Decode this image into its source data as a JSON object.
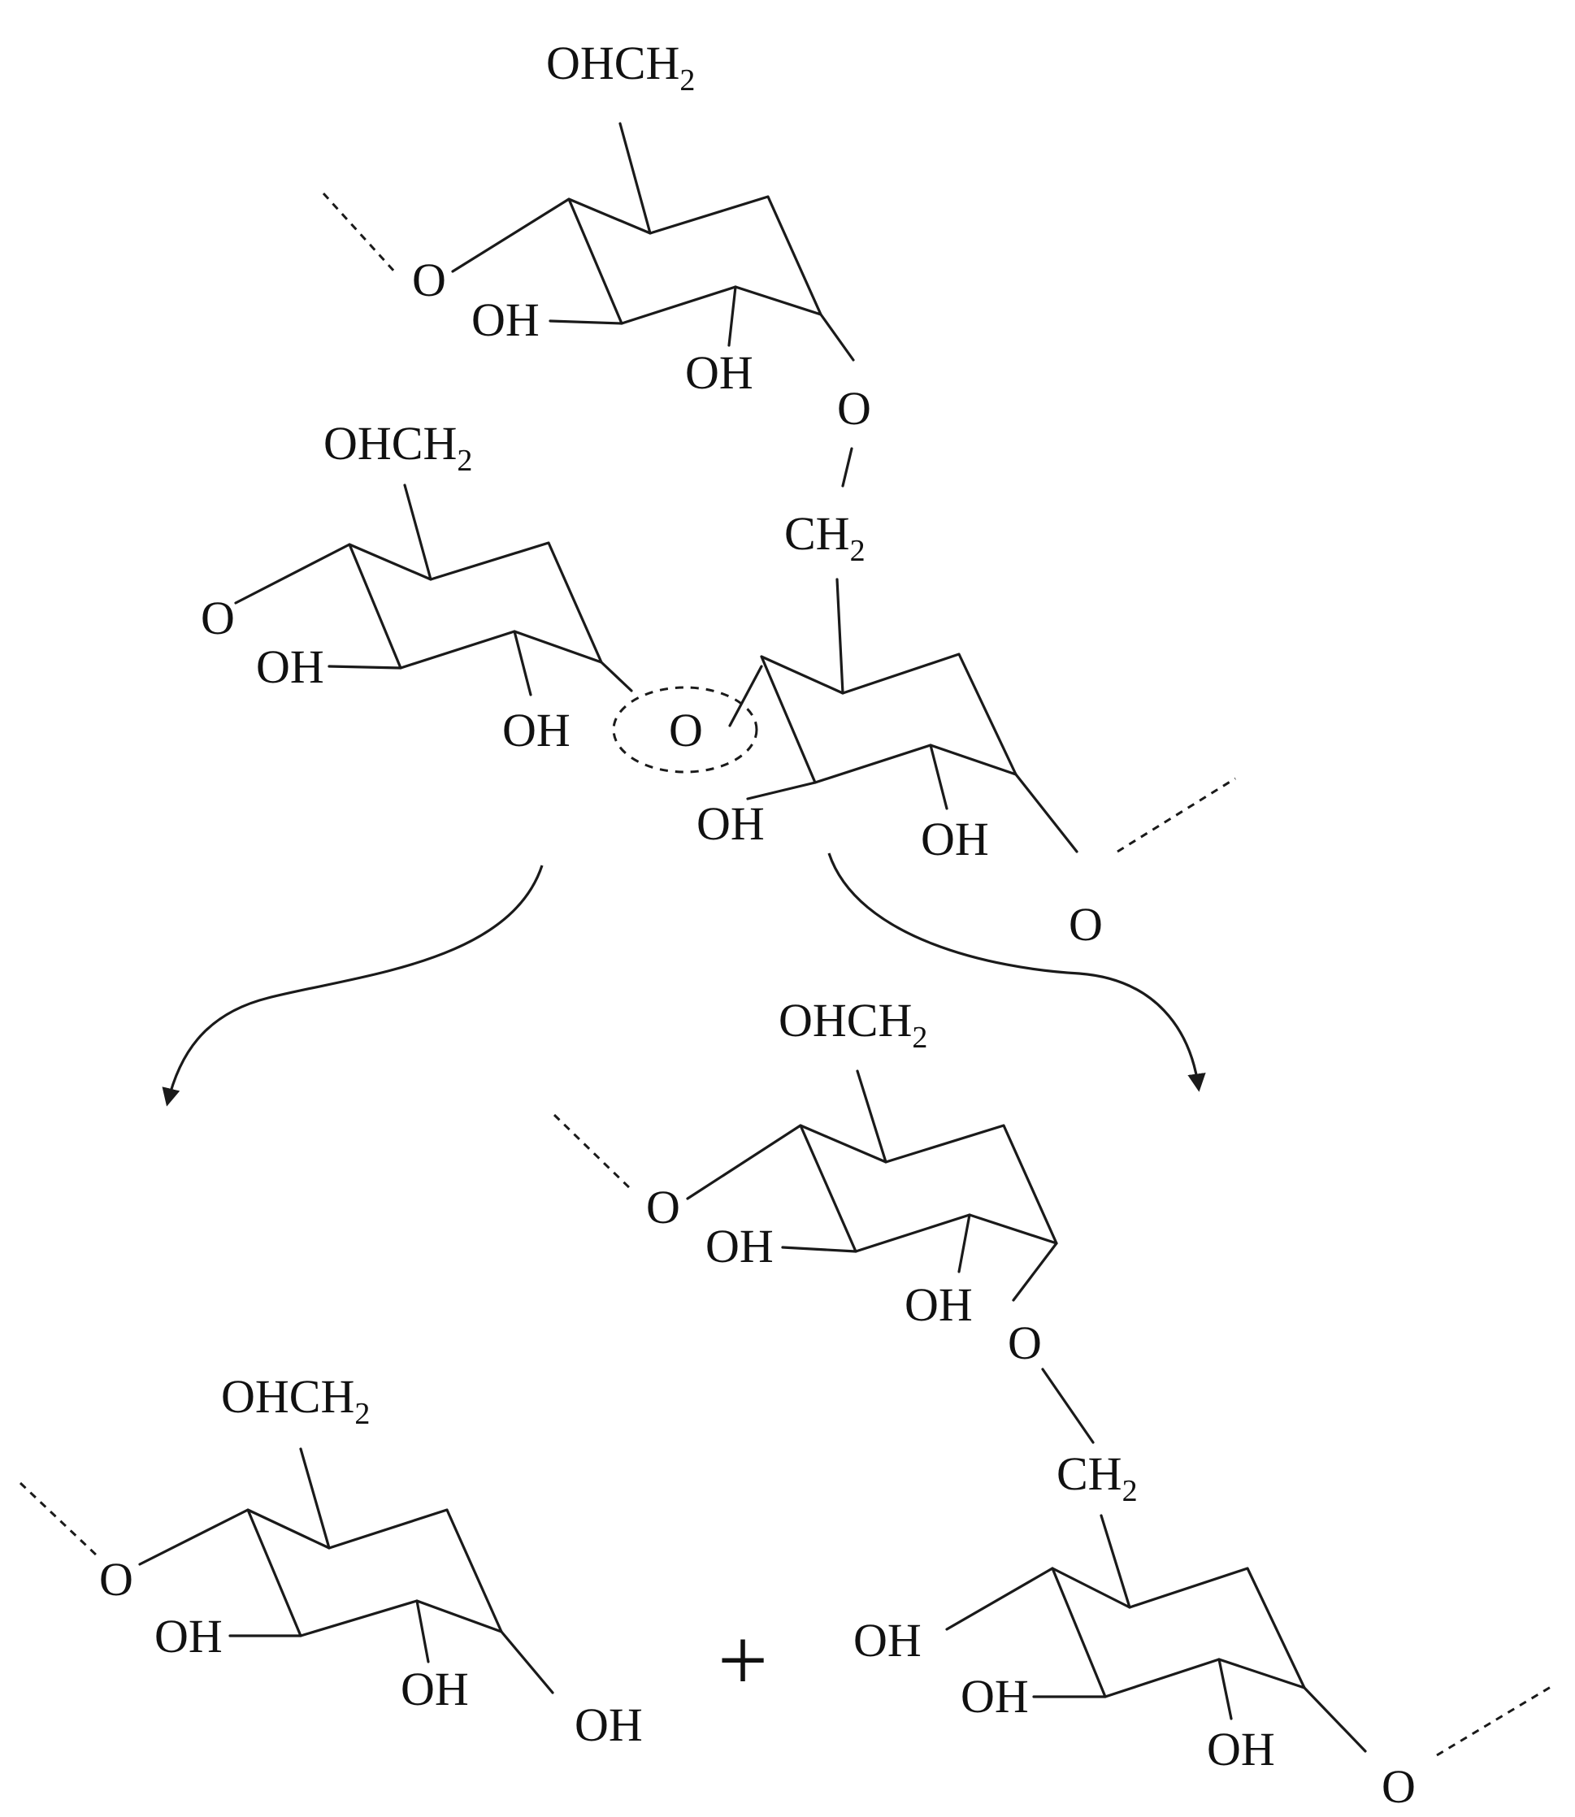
{
  "labels": {
    "o": "O",
    "oh": "OH",
    "ohc": "OHC",
    "ch": "CH",
    "h": "H",
    "sub2": "2",
    "plus": "+"
  },
  "colors": {
    "ink": "#1a1a1a",
    "background": "#ffffff"
  }
}
